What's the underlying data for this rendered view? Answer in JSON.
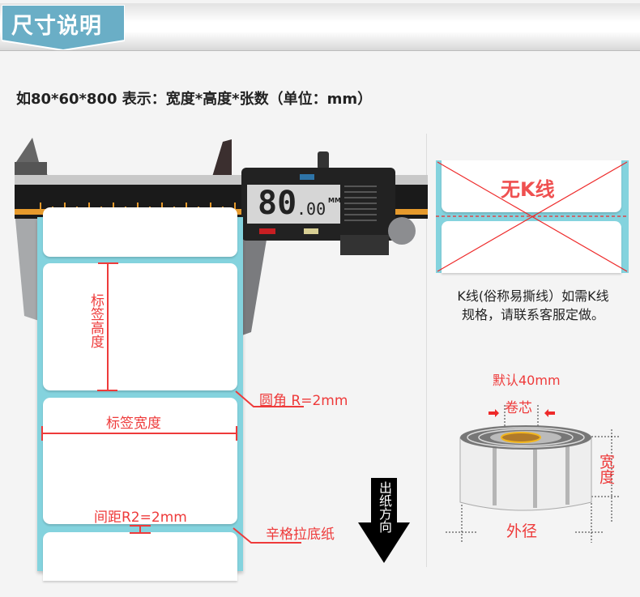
{
  "header": {
    "title": "尺寸说明"
  },
  "subtitle": "如80*60*800 表示：宽度*高度*张数（单位：mm）",
  "caliper": {
    "reading_main": "80",
    "reading_decimal": ".00",
    "unit": "MM"
  },
  "annotations": {
    "label_height": "标签高度",
    "label_width": "标签宽度",
    "corner_radius": "圆角 R=2mm",
    "gap": "间距R2=2mm",
    "backing_paper": "辛格拉底纸",
    "feed_direction": "出纸方向"
  },
  "k_line": {
    "title": "无K线",
    "note_line1": "K线(俗称易撕线）如需K线",
    "note_line2": "规格，请联系客服定做。"
  },
  "roll": {
    "core_default": "默认40mm",
    "core": "卷芯",
    "width": "宽度",
    "outer_diameter": "外径"
  },
  "colors": {
    "accent": "#ee3a3a",
    "backing": "#84d3de",
    "badge": "#6aaec6"
  }
}
